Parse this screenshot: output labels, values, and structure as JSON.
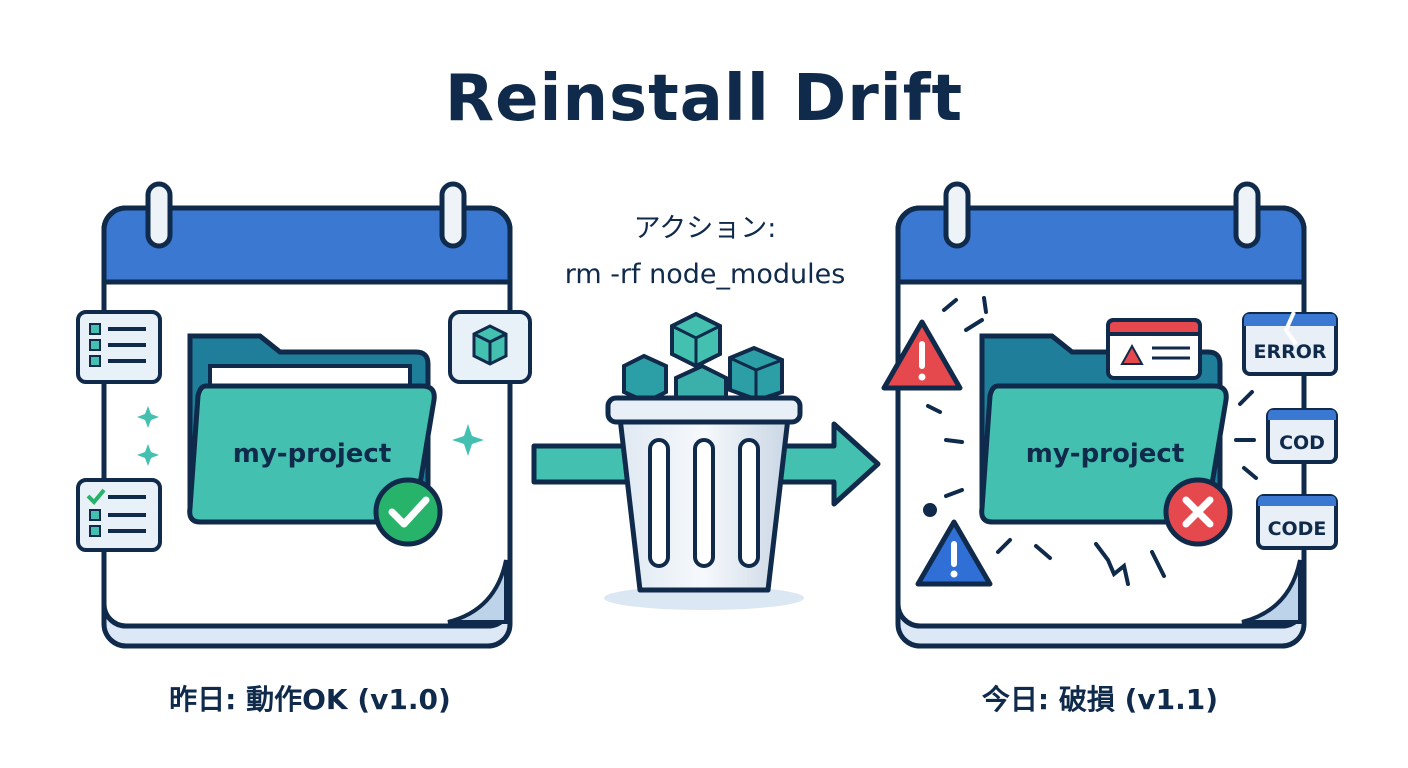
{
  "title": "Reinstall Drift",
  "action": {
    "label": "アクション:",
    "command": "rm -rf node_modules"
  },
  "before": {
    "folder_label": "my-project",
    "caption": "昨日: 動作OK (v1.0)",
    "status_icon": "check-circle-icon"
  },
  "after": {
    "folder_label": "my-project",
    "caption": "今日: 破損 (v1.1)",
    "status_icon": "x-circle-icon",
    "tags": [
      "ERROR",
      "COD",
      "CODE"
    ]
  },
  "colors": {
    "navy": "#0f2a4a",
    "calendar_blue": "#3a78d1",
    "folder_teal": "#43c0b0",
    "folder_dark": "#1f7f9a",
    "success_green": "#28b36b",
    "error_red": "#e5484d",
    "warning_blue": "#2f6fd6"
  }
}
